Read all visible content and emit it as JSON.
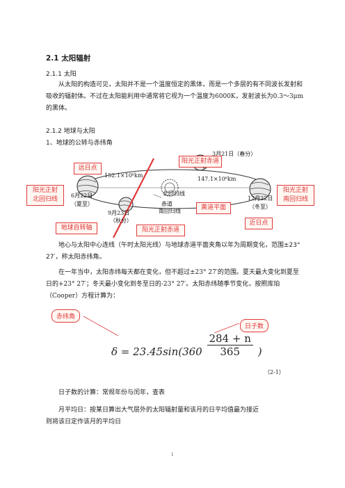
{
  "section": {
    "title": "2.1  太阳辐射",
    "sub1": "2.1.1 太阳",
    "sub1_para": "从太阳的构造可见，太阳并不是一个温度恒定的黑体，而是一个多层的有不同波长发射和吸收的辐射体。不过在太阳能利用中通常将它视为一个温度为6000K，发射波长为0.3～3μm的黑体。",
    "sub2": "2.1.2 地球与太阳",
    "item1": "1、地球的公转与赤纬角"
  },
  "diagram": {
    "labels": {
      "yuan_ri_dian": "远日点",
      "sun_north": "阳光正射\n北回归线",
      "sun_equator_top": "阳光正射赤道",
      "sun_south": "阳光正射\n南回归线",
      "huang_dao": "黄道平面",
      "jin_ri_dian": "近日点",
      "earth_rotation": "地球自转轴",
      "sun_equator_bottom": "阳光正射赤道"
    },
    "texts": {
      "june": "6月22日",
      "june_term": "（夏至）",
      "sep": "9月23日",
      "sep_term": "（秋分）",
      "mar": "3月21日（春分）",
      "dec": "12月22日",
      "dec_term": "（冬至）",
      "dist1": "152.1×10⁶km",
      "dist2": "147.1×10⁶km",
      "north_tropic": "北回归线",
      "equator": "赤道",
      "south_tropic": "南回归线"
    }
  },
  "body": {
    "para1": "地心与太阳中心连线（午时太阳光线）与地球赤道平面夹角以年为周期变化，范围±23° 27′，称太阳赤纬角。",
    "para2": "在一年当中，太阳赤纬每天都在变化，但不超过±23° 27′的范围。夏天最大变化到夏至日的+23° 27′；冬天最小变化到冬至日的-23° 27′。太阳赤纬随季节变化，按照库珀（Cooper）方程计算为："
  },
  "equation": {
    "label_left": "赤纬角",
    "label_right": "日子数",
    "lhs": "δ = 23.45sin(360",
    "numerator": "284 + n",
    "denominator": "365",
    "close": ")",
    "number": "（2-1）"
  },
  "footer": {
    "line1": "日子数的计算：常规年份与闰年，查表",
    "line2": "月平均日：按某日算出大气层外的太阳辐射量和该月的日平均值最为接近",
    "line3": "则将该日定作该月的平均日",
    "page": "1"
  },
  "colors": {
    "accent": "#e0383a",
    "box_bg": "#fff7f2"
  }
}
